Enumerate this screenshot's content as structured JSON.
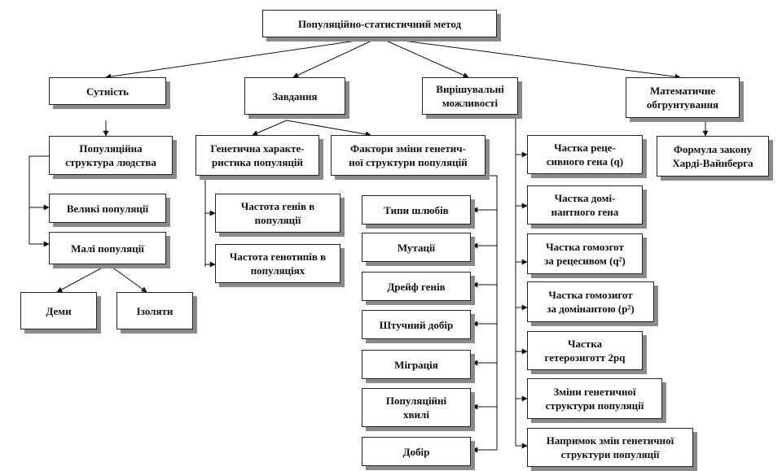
{
  "title": "Популяційно-статистичний метод",
  "level1": {
    "sutnist": "Сутність",
    "zavdannia": "Завдання",
    "vyrishuvalni": "Вирішувальні\nможливості",
    "matematychne": "Математичне\nобгрунтування"
  },
  "sutnist_items": {
    "structure": "Популяційна\nструктура людства",
    "large": "Великі популяції",
    "small": "Малі популяції",
    "demes": "Деми",
    "isolates": "Ізоляти"
  },
  "zavdannia_items": {
    "genetic_char": "Генетична характе-\nристика популяцій",
    "gene_freq": "Частота генів в\nпопуляції",
    "genotype_freq": "Частота генотипів в\nпопуляціях",
    "factors": "Фактори зміни генетич-\nної структури популяцій"
  },
  "factor_items": [
    "Типи шлюбів",
    "Мутації",
    "Дрейф генів",
    "Штучний добір",
    "Міграція",
    "Популяційні\nхвилі",
    "Добір"
  ],
  "capability_items": [
    "Частка реце-\nсивного гена (q)",
    "Частка домі-\nнантного гена",
    "Частка гомозгот\nза рецесивом (q²)",
    "Частка гомозигот\nза домінантою (p²)",
    "Частка\nгетерозиготт 2pq",
    "Зміни генетичної\nструктури популяції",
    "Напримок змін генетичної\nструктури популяції"
  ],
  "math_items": {
    "formula": "Формула закону\nХарді-Вайнберга"
  }
}
